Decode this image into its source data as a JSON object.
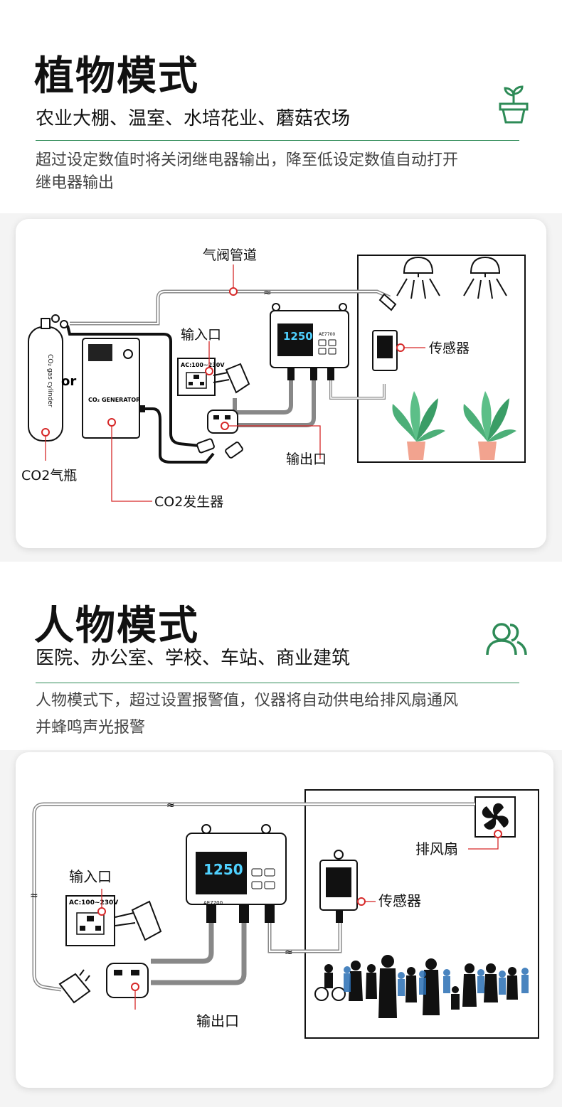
{
  "plant_mode": {
    "title": "植物模式",
    "subtitle": "农业大棚、温室、水培花业、蘑菇农场",
    "description_line1": "超过设定数值时将关闭继电器输出，降至低设定数值自动打开",
    "description_line2": "继电器输出",
    "icon": "potted-plant-icon",
    "diagram": {
      "pipe_label": "气阀管道",
      "input_label": "输入口",
      "sensor_label": "传感器",
      "output_label": "输出口",
      "cylinder_label": "CO2气瓶",
      "generator_label": "CO2发生器",
      "or_text": "or",
      "cylinder_print": "CO₂ gas cylinder",
      "generator_print": "CO₂ GENERATOR",
      "socket_print": "AC:100~230V",
      "display_value": "1250",
      "device_model": "AE7700"
    }
  },
  "people_mode": {
    "title": "人物模式",
    "subtitle": "医院、办公室、学校、车站、商业建筑",
    "description_line1": "人物模式下，超过设置报警值，仪器将自动供电给排风扇通风",
    "description_line2": "并蜂鸣声光报警",
    "icon": "people-icon",
    "diagram": {
      "input_label": "输入口",
      "fan_label": "排风扇",
      "sensor_label": "传感器",
      "output_label": "输出口",
      "socket_print": "AC:100~230V",
      "display_value": "1250",
      "device_model": "AE7700"
    }
  },
  "colors": {
    "accent_green": "#2e8b57",
    "marker_red": "#d62828",
    "cable_gray": "#888888",
    "pot_pink": "#f2a38f",
    "leaf_green": "#4caf78"
  }
}
